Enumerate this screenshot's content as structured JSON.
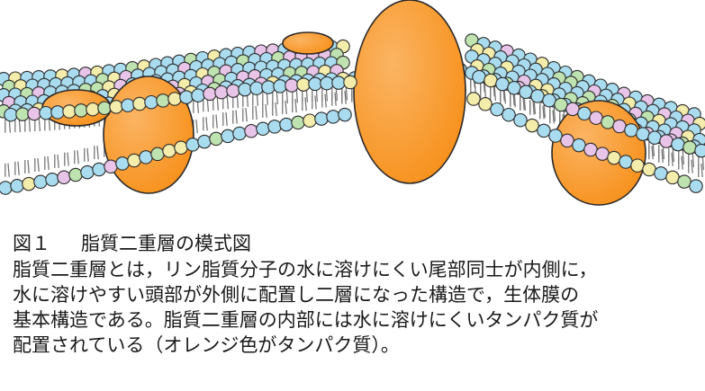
{
  "caption": {
    "figure_number": "図１",
    "title": "脂質二重層の模式図",
    "lines": [
      "脂質二重層とは，リン脂質分子の水に溶けにくい尾部同士が内側に，",
      "水に溶けやすい頭部が外側に配置し二層になった構造で，生体膜の",
      "基本構造である。脂質二重層の内部には水に溶けにくいタンパク質が",
      "配置されている（オレンジ色がタンパク質）。"
    ]
  },
  "diagram": {
    "head_colors": [
      "#a9dcef",
      "#a9dcef",
      "#a9dcef",
      "#f3ecaa",
      "#bfe3b0",
      "#e7c4e8"
    ],
    "tail_color": "#777777",
    "protein_color": "#f7921e",
    "protein_highlight": "#fbb463",
    "outline_color": "#2a2a2a"
  }
}
